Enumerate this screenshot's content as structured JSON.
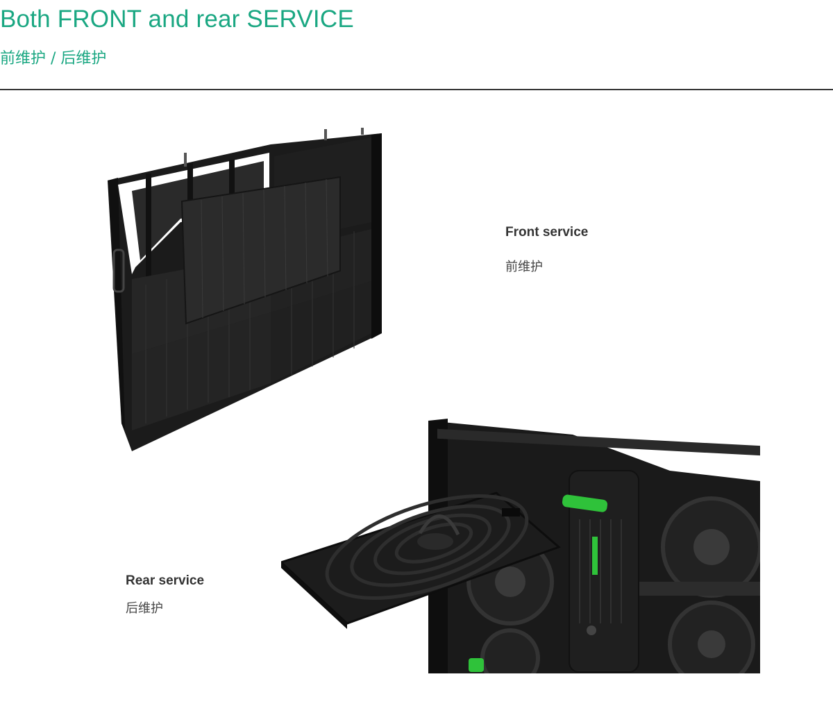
{
  "header": {
    "title": "Both FRONT and rear SERVICE",
    "subtitle": "前维护 / 后维护"
  },
  "front": {
    "label_en": "Front service",
    "label_zh": "前维护",
    "image_icon": "led-cabinet-front-service-illustration"
  },
  "rear": {
    "label_en": "Rear service",
    "label_zh": "后维护",
    "image_icon": "led-cabinet-rear-service-illustration"
  },
  "colors": {
    "accent": "#1aa782",
    "text": "#333333",
    "handle_green": "#2fc23a"
  }
}
